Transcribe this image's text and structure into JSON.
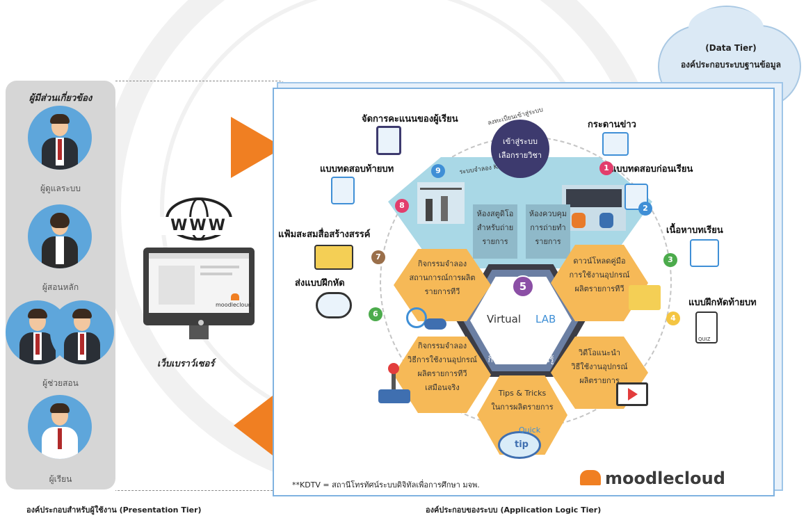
{
  "tiers": {
    "data_tier_line1": "(Data Tier)",
    "data_tier_line2": "องค์ประกอบระบบฐานข้อมูล",
    "presentation": "องค์ประกอบสำหรับผู้ใช้งาน (Presentation Tier)",
    "application": "องค์ประกอบของระบบ (Application Logic Tier)"
  },
  "stakeholders": {
    "title": "ผู้มีส่วนเกี่ยวข้อง",
    "roles": [
      "ผู้ดูแลระบบ",
      "ผู้สอนหลัก",
      "ผู้ช่วยสอน",
      "ผู้เรียน"
    ]
  },
  "browser": {
    "www": "WWW",
    "label": "เว็บเบราว์เซอร์",
    "logo": "moodlecloud"
  },
  "center": {
    "login_line1": "เข้าสู่ระบบ",
    "login_line2": "เลือกรายวิชา",
    "login_arc": "ลงทะเบียนเข้าสู่ระบบ",
    "kdtv_arc": "ระบบจำลอง KDTV เสมือนจริง",
    "studio1": [
      "ห้องสตูดิโอ",
      "สำหรับถ่าย",
      "รายการ"
    ],
    "studio2": [
      "ห้องควบคุม",
      "การถ่ายทำ",
      "รายการ"
    ],
    "number": "5",
    "virtual": "Virtual",
    "lab": "LAB",
    "activity": "กิจกรรมการเรียนรู้"
  },
  "hexes": {
    "h1": [
      "กิจกรรมจำลอง",
      "สถานการณ์การผลิต",
      "รายการทีวี"
    ],
    "h2": [
      "ดาวน์โหลดคู่มือ",
      "การใช้งานอุปกรณ์",
      "ผลิตรายการทีวี"
    ],
    "h3": [
      "กิจกรรมจำลอง",
      "วิธีการใช้งานอุปกรณ์",
      "ผลิตรายการทีวี",
      "เสมือนจริง"
    ],
    "h4": [
      "วิดีโอแนะนำ",
      "วิธีใช้งานอุปกรณ์",
      "ผลิตรายการ"
    ],
    "h5": [
      "Tips & Tricks",
      "ในการผลิตรายการ"
    ],
    "quick": "Quick",
    "tip": "tip"
  },
  "modules": {
    "grades": "จัดการคะแนนของผู้เรียน",
    "news": "กระดานข่าว",
    "pretest": "แบบทดสอบก่อนเรียน",
    "posttest": "แบบทดสอบท้ายบท",
    "content": "เนื้อหาบทเรียน",
    "portfolio": "แฟ้มสะสมสื่อสร้างสรรค์",
    "exercise": "แบบฝึกหัดท้ายบท",
    "submit": "ส่งแบบฝึกหัด",
    "quiz_label": "QUIZ"
  },
  "badges": [
    "1",
    "2",
    "3",
    "4",
    "6",
    "7",
    "8",
    "9"
  ],
  "footnote": "**KDTV = สถานีโทรทัศน์ระบบดิจิทัลเพื่อการศึกษา มจพ.",
  "brand": "moodlecloud",
  "colors": {
    "orange": "#f07f22",
    "navy": "#3d3a6e",
    "purple": "#8b4fa5",
    "hex": "#f6b957",
    "teal": "#a9d8e6",
    "pink": "#e23d6c",
    "blue": "#3f8fd6",
    "green": "#4cab4c"
  }
}
